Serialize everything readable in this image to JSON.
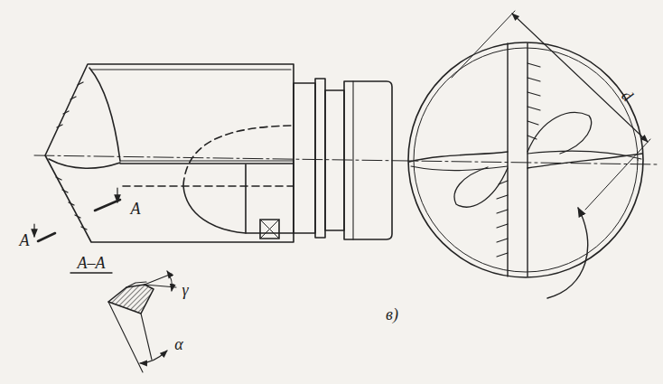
{
  "diagram": {
    "labels": [
      "A",
      "A",
      "A–A",
      "γ",
      "α",
      "d",
      "в)"
    ]
  }
}
